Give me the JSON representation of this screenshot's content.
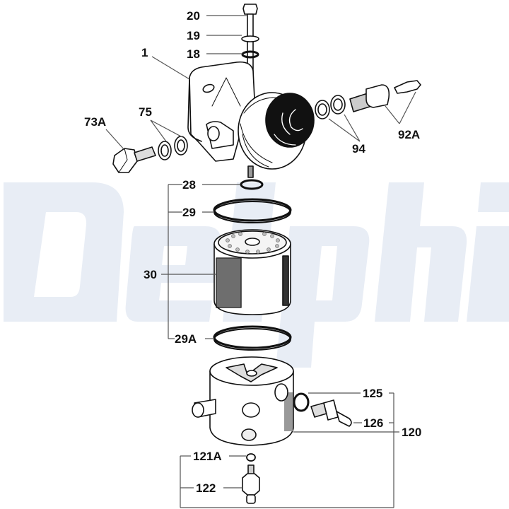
{
  "diagram": {
    "type": "exploded-parts-diagram",
    "subject": "Fuel filter assembly",
    "watermark": {
      "text": "Delphi",
      "color": "#e8edf5"
    },
    "line_color": "#111111",
    "leader_color": "#555555"
  },
  "callouts": [
    {
      "id": "20",
      "label": "20",
      "part": "bolt"
    },
    {
      "id": "19",
      "label": "19",
      "part": "washer"
    },
    {
      "id": "18",
      "label": "18",
      "part": "o-ring"
    },
    {
      "id": "1",
      "label": "1",
      "part": "filter head"
    },
    {
      "id": "75",
      "label": "75",
      "part": "sealing washers"
    },
    {
      "id": "73A",
      "label": "73A",
      "part": "banjo bolt"
    },
    {
      "id": "94",
      "label": "94",
      "part": "sealing washers"
    },
    {
      "id": "92A",
      "label": "92A",
      "part": "connectors"
    },
    {
      "id": "28",
      "label": "28",
      "part": "o-ring"
    },
    {
      "id": "29",
      "label": "29",
      "part": "seal ring upper"
    },
    {
      "id": "30",
      "label": "30",
      "part": "filter element"
    },
    {
      "id": "29A",
      "label": "29A",
      "part": "seal ring lower"
    },
    {
      "id": "125",
      "label": "125",
      "part": "o-ring"
    },
    {
      "id": "126",
      "label": "126",
      "part": "drain fitting"
    },
    {
      "id": "120",
      "label": "120",
      "part": "sediment bowl"
    },
    {
      "id": "121A",
      "label": "121A",
      "part": "o-ring"
    },
    {
      "id": "122",
      "label": "122",
      "part": "drain plug"
    }
  ]
}
